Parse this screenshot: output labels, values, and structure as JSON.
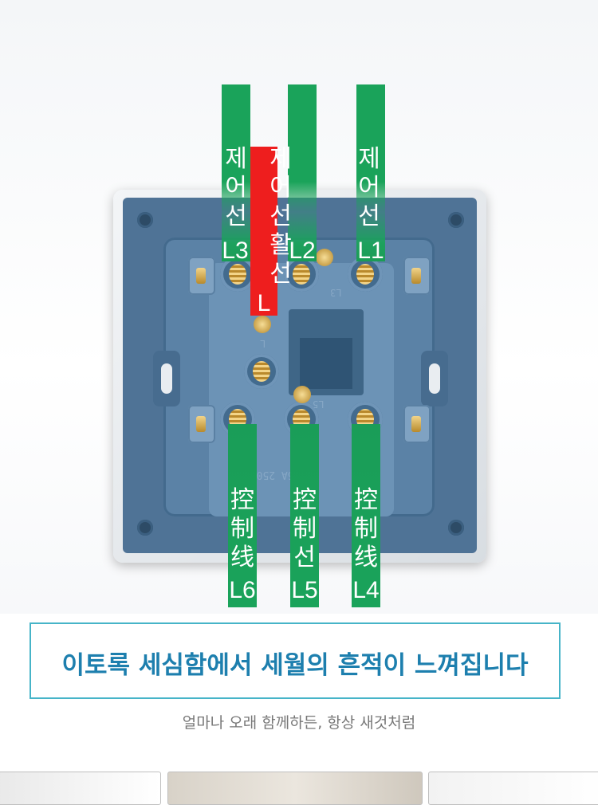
{
  "wires_top": [
    {
      "id": "l3",
      "label": "L3",
      "text": [
        "제",
        "어",
        "선"
      ],
      "color": "#1aa35a"
    },
    {
      "id": "l",
      "label": "L",
      "text": [
        "제",
        "어",
        "선",
        "활",
        "선"
      ],
      "color": "#ee1e1e"
    },
    {
      "id": "l2",
      "label": "L2",
      "text": [],
      "color": "#1aa35a"
    },
    {
      "id": "l1",
      "label": "L1",
      "text": [
        "제",
        "어",
        "선"
      ],
      "color": "#1aa35a"
    }
  ],
  "wires_bottom": [
    {
      "id": "l6",
      "label": "L6",
      "text": [
        "控",
        "制",
        "线"
      ],
      "color": "#1aa35a"
    },
    {
      "id": "l5",
      "label": "L5",
      "text": [
        "控",
        "制",
        "선"
      ],
      "color": "#1aa35a"
    },
    {
      "id": "l4",
      "label": "L4",
      "text": [
        "控",
        "制",
        "线"
      ],
      "color": "#1aa35a"
    }
  ],
  "embossed": {
    "l3": "L3",
    "l": "L",
    "l5": "L5",
    "rating": "16A 250V~"
  },
  "banner": {
    "text": "이토록 세심함에서 세월의 흔적이 느껴집니다",
    "border_color": "#46b4c8",
    "text_color": "#1d7fae"
  },
  "subtitle": "얼마나 오래 함께하든, 항상 새것처럼"
}
